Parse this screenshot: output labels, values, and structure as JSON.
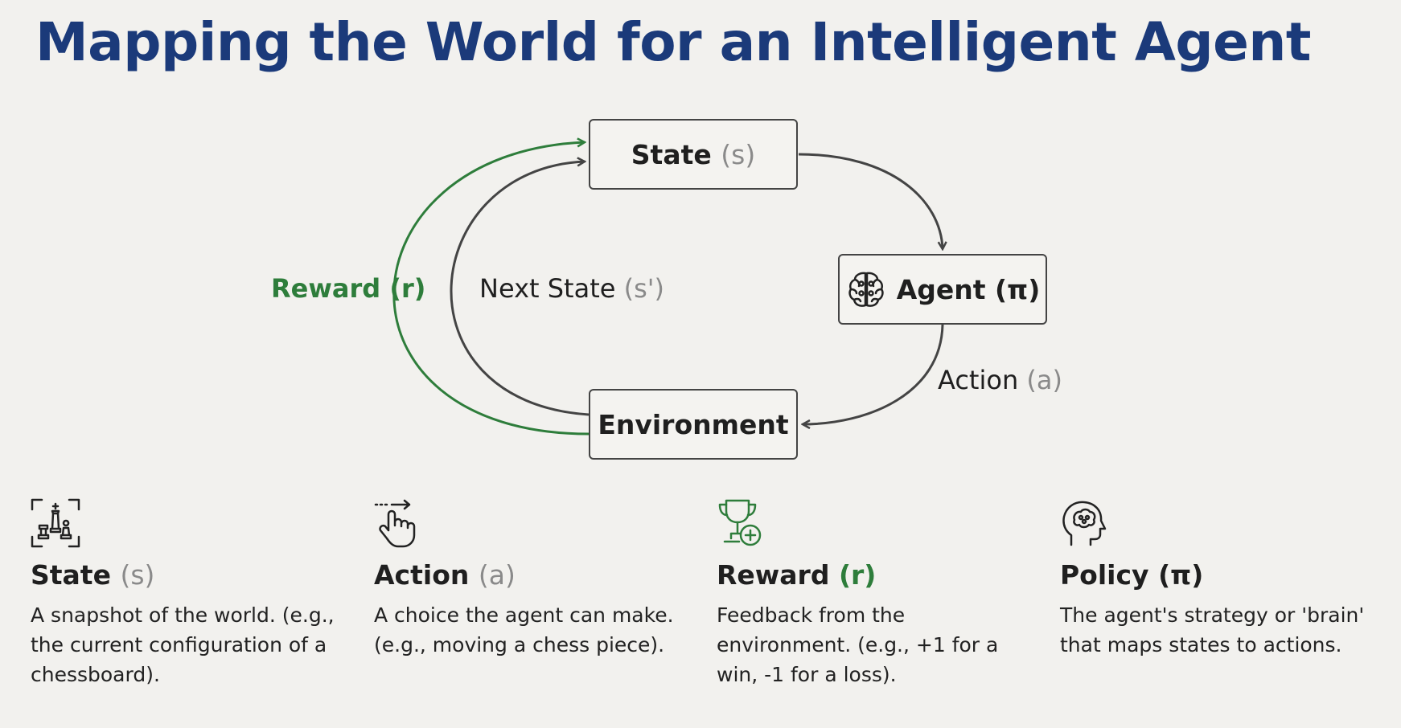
{
  "title": "Mapping the World for an Intelligent Agent",
  "nodes": {
    "state": {
      "label": "State",
      "symbol": "(s)"
    },
    "agent": {
      "label": "Agent",
      "symbol": "(π)",
      "icon": "brain-icon"
    },
    "environment": {
      "label": "Environment"
    }
  },
  "edges": {
    "reward": {
      "label": "Reward (r)"
    },
    "next_state": {
      "label": "Next State",
      "symbol": "(s')"
    },
    "action": {
      "label": "Action",
      "symbol": "(a)"
    }
  },
  "cards": [
    {
      "icon": "chess-board-icon",
      "name": "State",
      "symbol": "(s)",
      "desc": "A snapshot of the world. (e.g., the current configuration of a chessboard)."
    },
    {
      "icon": "pointer-hand-icon",
      "name": "Action",
      "symbol": "(a)",
      "desc": "A choice the agent can make. (e.g., moving a chess piece)."
    },
    {
      "icon": "trophy-plus-icon",
      "name": "Reward",
      "symbol": "(r)",
      "desc": "Feedback from the environment. (e.g., +1 for a win, -1 for a loss)."
    },
    {
      "icon": "head-brain-icon",
      "name": "Policy",
      "symbol": "(π)",
      "desc": "The agent's strategy or 'brain' that maps states to actions."
    }
  ],
  "colors": {
    "title": "#1b3a7a",
    "reward": "#2e7d3b",
    "muted": "#8a8a8a",
    "stroke": "#444444",
    "background": "#f2f1ee"
  }
}
